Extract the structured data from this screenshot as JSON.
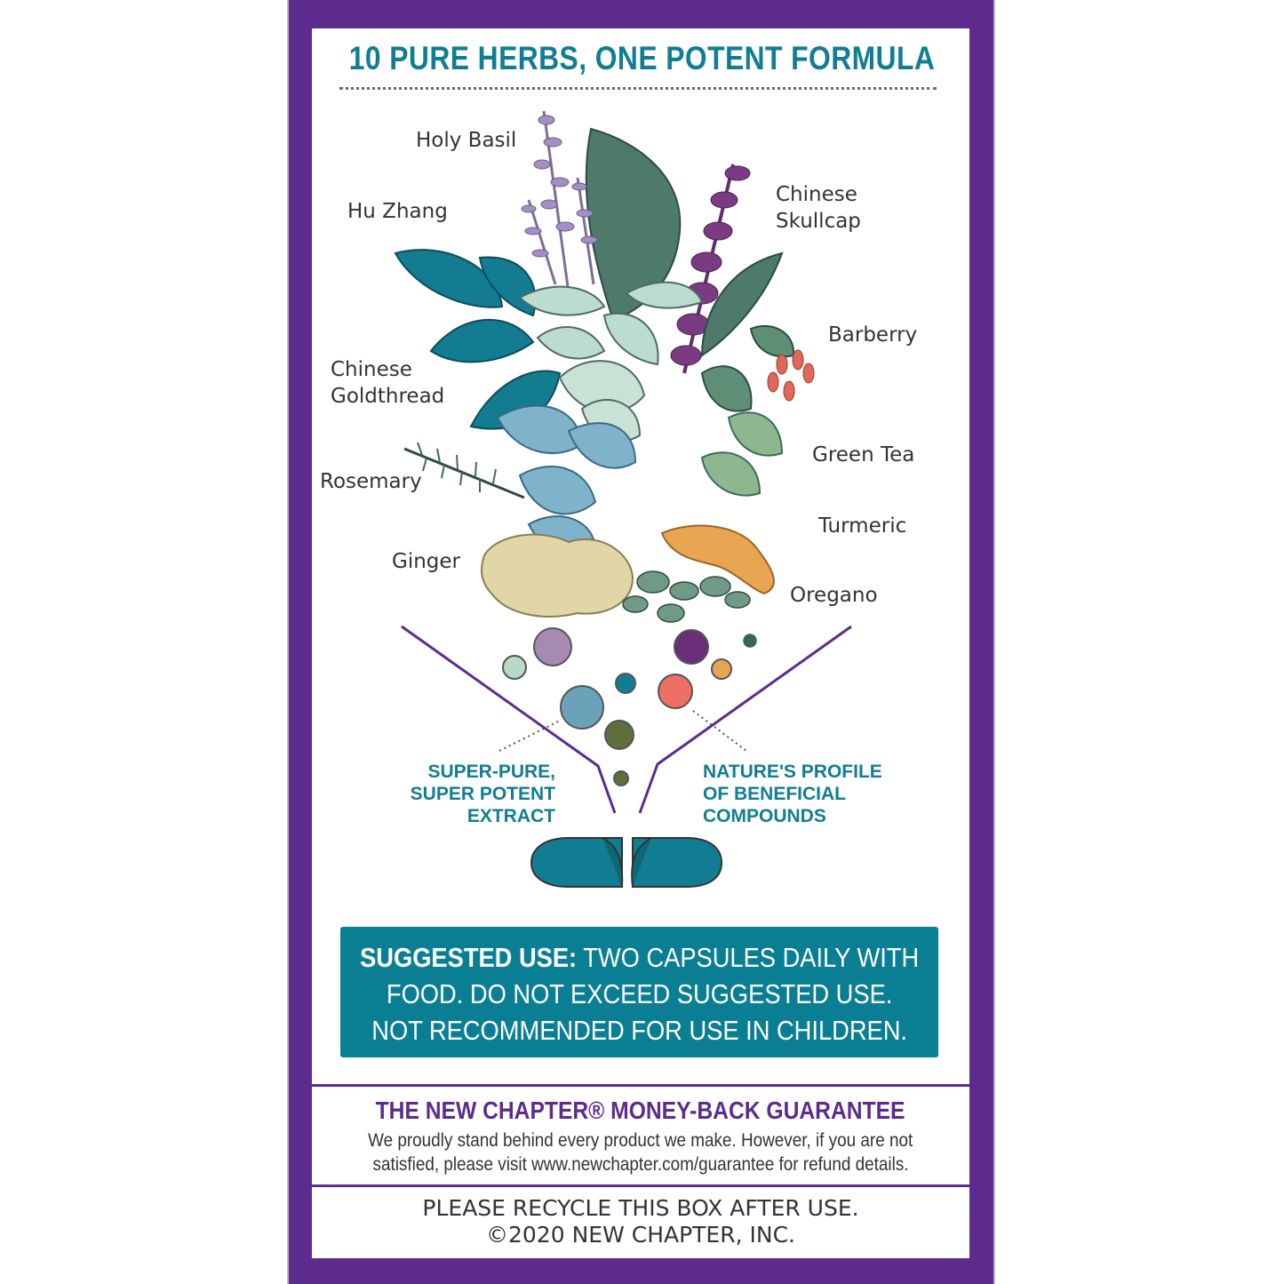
{
  "title": "10 PURE HERBS, ONE POTENT FORMULA",
  "herbs": {
    "holy_basil": "Holy Basil",
    "hu_zhang": "Hu Zhang",
    "chinese_goldthread": "Chinese\nGoldthread",
    "rosemary": "Rosemary",
    "ginger": "Ginger",
    "chinese_skullcap": "Chinese\nSkullcap",
    "barberry": "Barberry",
    "green_tea": "Green Tea",
    "turmeric": "Turmeric",
    "oregano": "Oregano"
  },
  "callouts": {
    "left": "SUPER-PURE,\nSUPER POTENT\nEXTRACT",
    "right": "NATURE'S PROFILE\nOF BENEFICIAL\nCOMPOUNDS"
  },
  "suggested_use": {
    "label": "SUGGESTED USE:",
    "text": " TWO CAPSULES DAILY WITH FOOD. DO NOT EXCEED SUGGESTED USE. NOT RECOMMENDED FOR USE IN CHILDREN."
  },
  "guarantee": {
    "title": "THE NEW CHAPTER® MONEY-BACK GUARANTEE",
    "line1": "We proudly stand behind every product we make. However, if you are not",
    "line2": "satisfied, please visit www.newchapter.com/guarantee for refund details."
  },
  "footer": {
    "recycle": "PLEASE RECYCLE THIS BOX AFTER USE.",
    "copyright": "©2020 NEW CHAPTER, INC."
  },
  "colors": {
    "border_purple": "#5d2b8e",
    "teal": "#0a7f94",
    "heading_teal": "#117d93"
  }
}
